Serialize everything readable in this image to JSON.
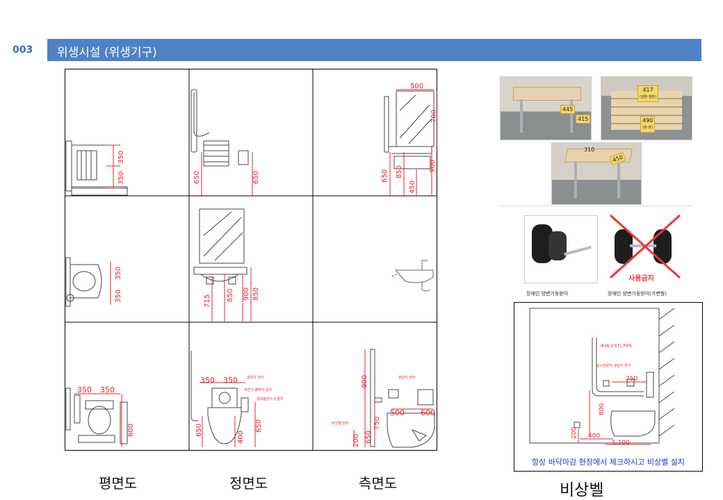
{
  "header": {
    "page_number": "003",
    "title": "위생시설 (위생기구)"
  },
  "drawing_grid": {
    "views": [
      "평면도",
      "정면도",
      "측면도"
    ],
    "dims": {
      "top_plan": [
        "350",
        "350"
      ],
      "top_front": [
        "650",
        "650"
      ],
      "top_side": [
        "500",
        "700",
        "650",
        "850",
        "450",
        "900"
      ],
      "mid_plan": [
        "350",
        "350"
      ],
      "mid_front": [
        "715",
        "850",
        "900",
        "850"
      ],
      "bot_plan": [
        "350",
        "350",
        "600"
      ],
      "bot_front": [
        "350",
        "350",
        "650",
        "400",
        "650"
      ],
      "bot_side": [
        "900",
        "500",
        "600",
        "750",
        "650",
        "200"
      ]
    },
    "notes": {
      "front_sensor": "광감지 센서",
      "front_valve": "자연기 플레쉬 설치",
      "front_flush": "일회용관식 손잡이",
      "side_sensor": "광감지 센서",
      "side_bell": "비상벨 설치"
    }
  },
  "photos": {
    "seat": {
      "tags": [
        "445",
        "415",
        "417",
        "490",
        "310",
        "450"
      ],
      "tag_subs": [
        "(앞판-앞판)",
        "(좌-좌)"
      ]
    },
    "backrest": {
      "ok_caption": "장애인 양변기등받이",
      "ng_caption": "장애인 양변기등받이(가변형)",
      "ng_label": "사용금지"
    }
  },
  "emergency_bell": {
    "title": "비상벨",
    "pipe_label": "Φ38 S'STL PIPE",
    "sensor_label": "상시전원식 광감지 센서",
    "dims": [
      "750",
      "800",
      "200",
      "400",
      "1,100"
    ],
    "note": "항상 바닥마감 현장에서 체크하시고 비상벨 설치"
  },
  "colors": {
    "header_bg": "#4e82c4",
    "page_number": "#2e6fb5",
    "dimension": "#e8202a",
    "note_blue": "#2233cc"
  }
}
